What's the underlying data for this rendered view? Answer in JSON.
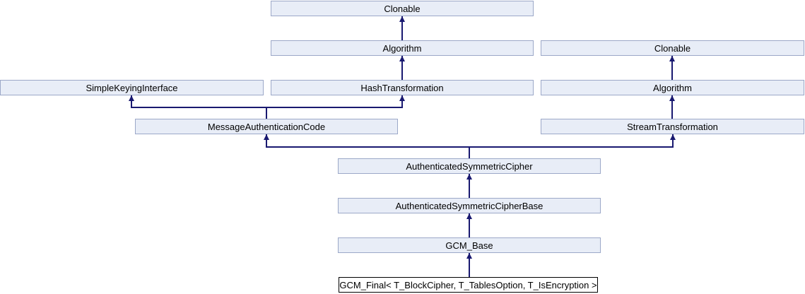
{
  "diagram": {
    "type": "class-inheritance-graph",
    "focus_class": "GCM_Final< T_BlockCipher, T_TablesOption, T_IsEncryption >",
    "colors": {
      "node_fill": "#E8EDF7",
      "node_border": "#9CA8C8",
      "focus_node_fill": "#FFFFFF",
      "focus_node_border": "#000000",
      "edge": "#191970",
      "text": "#000000",
      "background": "#FFFFFF"
    },
    "nodes": {
      "clonable_top": {
        "label": "Clonable"
      },
      "algorithm_center": {
        "label": "Algorithm"
      },
      "simple_keying_interface": {
        "label": "SimpleKeyingInterface"
      },
      "hash_transformation": {
        "label": "HashTransformation"
      },
      "clonable_right": {
        "label": "Clonable"
      },
      "algorithm_right": {
        "label": "Algorithm"
      },
      "message_authentication_code": {
        "label": "MessageAuthenticationCode"
      },
      "stream_transformation": {
        "label": "StreamTransformation"
      },
      "authenticated_symmetric_cipher": {
        "label": "AuthenticatedSymmetricCipher"
      },
      "authenticated_symmetric_cipher_base": {
        "label": "AuthenticatedSymmetricCipherBase"
      },
      "gcm_base": {
        "label": "GCM_Base"
      },
      "gcm_final": {
        "label": "GCM_Final< T_BlockCipher, T_TablesOption, T_IsEncryption >"
      }
    },
    "edges": [
      {
        "from": "algorithm_center",
        "to": "clonable_top"
      },
      {
        "from": "hash_transformation",
        "to": "algorithm_center"
      },
      {
        "from": "message_authentication_code",
        "to": "simple_keying_interface"
      },
      {
        "from": "message_authentication_code",
        "to": "hash_transformation"
      },
      {
        "from": "algorithm_right",
        "to": "clonable_right"
      },
      {
        "from": "stream_transformation",
        "to": "algorithm_right"
      },
      {
        "from": "authenticated_symmetric_cipher",
        "to": "message_authentication_code"
      },
      {
        "from": "authenticated_symmetric_cipher",
        "to": "stream_transformation"
      },
      {
        "from": "authenticated_symmetric_cipher_base",
        "to": "authenticated_symmetric_cipher"
      },
      {
        "from": "gcm_base",
        "to": "authenticated_symmetric_cipher_base"
      },
      {
        "from": "gcm_final",
        "to": "gcm_base"
      }
    ]
  }
}
